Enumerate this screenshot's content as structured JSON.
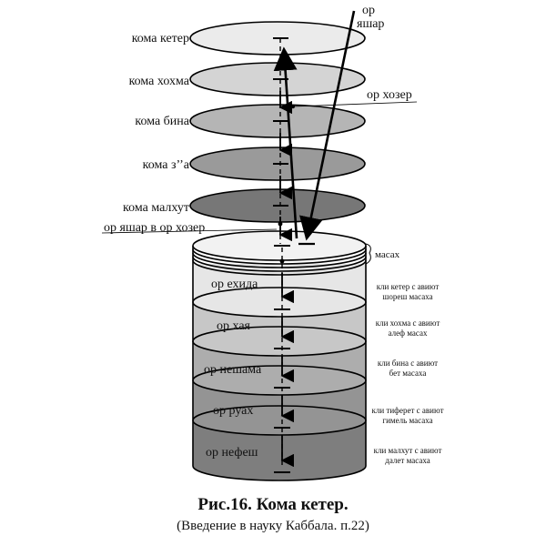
{
  "labels": {
    "or_yashar_top": [
      "ор",
      "яшар"
    ],
    "or_hozer": "ор хозер",
    "koma_keter": "кома кетер",
    "koma_hohma": "кома хохма",
    "koma_bina": "кома бина",
    "koma_za": "кома з’’а",
    "koma_malhut": "кома малхут",
    "or_yashar_v_or_hozer": "ор яшар в ор хозер",
    "masah": "масах"
  },
  "lights": [
    "ор ехида",
    "ор хая",
    "ор нешама",
    "ор руах",
    "ор нефеш"
  ],
  "notes": [
    [
      "кли кетер с авиют",
      "шореш масаха"
    ],
    [
      "кли хохма с авиют",
      "алеф масах"
    ],
    [
      "кли бина с авиют",
      "бет масаха"
    ],
    [
      "кли тиферет с авиют",
      "гимель масаха"
    ],
    [
      "кли малхут с авиют",
      "далет масаха"
    ]
  ],
  "caption": {
    "title": "Рис.16. Кома кетер.",
    "subtitle": "(Введение в науку Каббала. п.22)"
  },
  "colors": {
    "disk_keter": "#ebebeb",
    "disk_hohma": "#d4d4d4",
    "disk_bina": "#b5b5b5",
    "disk_za": "#9a9a9a",
    "disk_malhut": "#777777",
    "band_1": "#e6e6e6",
    "band_2": "#c7c7c7",
    "band_3": "#adadad",
    "band_4": "#949494",
    "band_5": "#7e7e7e"
  }
}
